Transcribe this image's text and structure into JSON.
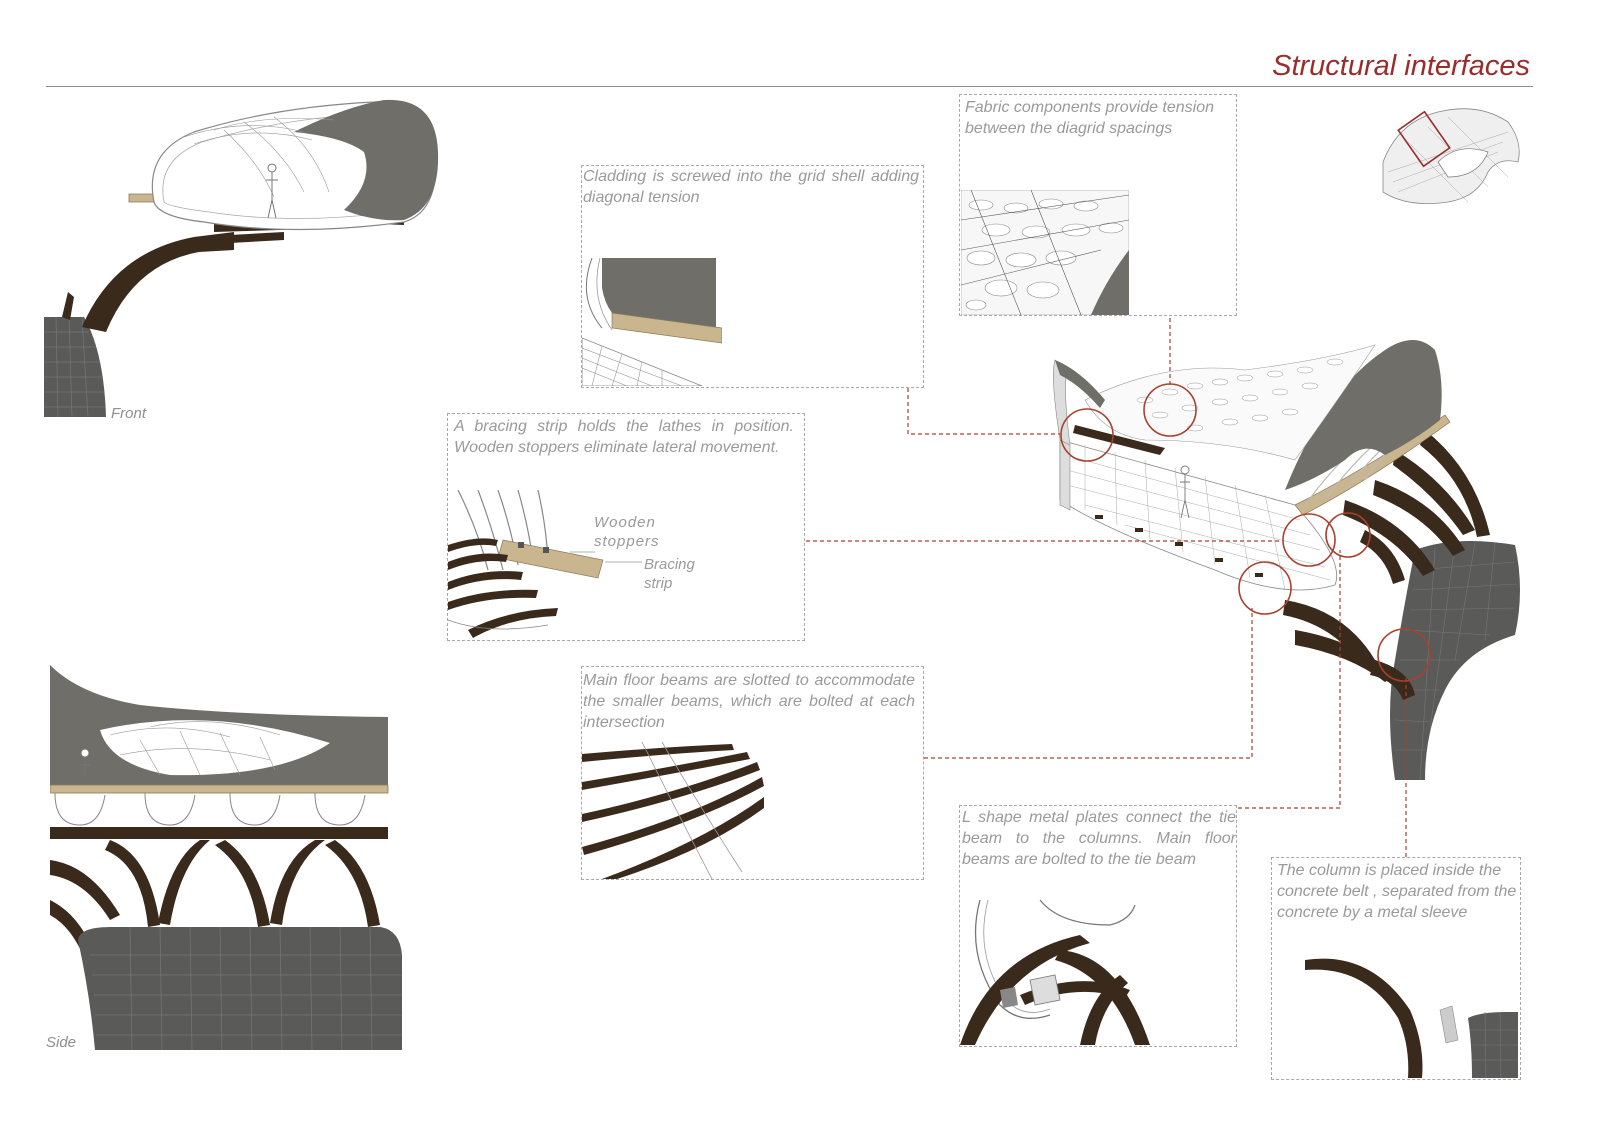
{
  "title": "Structural interfaces",
  "views": {
    "front": "Front",
    "side": "Side"
  },
  "callouts": {
    "cladding": "Cladding is screwed into the grid shell adding diagonal tension",
    "fabric": "Fabric components provide tension between the diagrid spacings",
    "bracing": "A bracing strip holds the lathes in position. Wooden stoppers eliminate lateral movement.",
    "wooden_stoppers": "Wooden stoppers",
    "bracing_strip": "Bracing strip",
    "floor_beams": "Main floor beams are slotted to accommodate the smaller beams, which are bolted at each intersection",
    "l_plates": "L shape metal plates connect the tie beam to the columns. Main floor beams are bolted  to the tie beam",
    "column": "The column is placed inside the concrete belt , separated from the concrete by a metal sleeve"
  },
  "colors": {
    "accent": "#9b2c2c",
    "wood_dark": "#3a2a1c",
    "concrete": "#5a5a58",
    "cladding": "#6f6e68",
    "bracing_wood": "#c9b58e",
    "leader": "#a8412f"
  }
}
